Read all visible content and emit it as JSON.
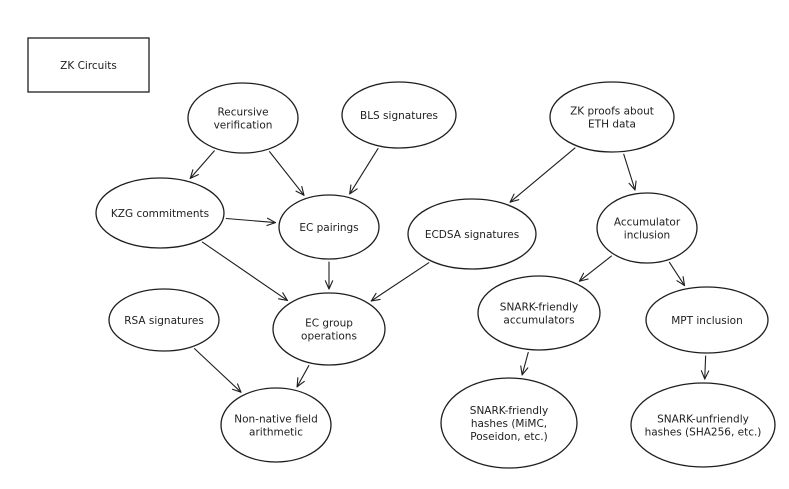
{
  "title": "ZK Circuits",
  "nodes": [
    {
      "id": "recursive",
      "lines": [
        "Recursive",
        "verification"
      ]
    },
    {
      "id": "bls",
      "lines": [
        "BLS signatures"
      ]
    },
    {
      "id": "zk-eth",
      "lines": [
        "ZK proofs about",
        "ETH data"
      ]
    },
    {
      "id": "kzg",
      "lines": [
        "KZG commitments"
      ]
    },
    {
      "id": "ec-pairings",
      "lines": [
        "EC pairings"
      ]
    },
    {
      "id": "ecdsa",
      "lines": [
        "ECDSA signatures"
      ]
    },
    {
      "id": "accumulator",
      "lines": [
        "Accumulator",
        "inclusion"
      ]
    },
    {
      "id": "rsa",
      "lines": [
        "RSA signatures"
      ]
    },
    {
      "id": "ec-group",
      "lines": [
        "EC group",
        "operations"
      ]
    },
    {
      "id": "snark-acc",
      "lines": [
        "SNARK-friendly",
        "accumulators"
      ]
    },
    {
      "id": "mpt",
      "lines": [
        "MPT inclusion"
      ]
    },
    {
      "id": "non-native",
      "lines": [
        "Non-native field",
        "arithmetic"
      ]
    },
    {
      "id": "snark-hashes",
      "lines": [
        "SNARK-friendly",
        "hashes (MiMC,",
        "Poseidon, etc.)"
      ]
    },
    {
      "id": "snark-unfriendly",
      "lines": [
        "SNARK-unfriendly",
        "hashes (SHA256, etc.)"
      ]
    }
  ],
  "edges": [
    {
      "from": "recursive",
      "to": "kzg"
    },
    {
      "from": "recursive",
      "to": "ec-pairings"
    },
    {
      "from": "bls",
      "to": "ec-pairings"
    },
    {
      "from": "kzg",
      "to": "ec-pairings"
    },
    {
      "from": "kzg",
      "to": "ec-group"
    },
    {
      "from": "ec-pairings",
      "to": "ec-group"
    },
    {
      "from": "ecdsa",
      "to": "ec-group"
    },
    {
      "from": "zk-eth",
      "to": "ecdsa"
    },
    {
      "from": "zk-eth",
      "to": "accumulator"
    },
    {
      "from": "accumulator",
      "to": "snark-acc"
    },
    {
      "from": "accumulator",
      "to": "mpt"
    },
    {
      "from": "rsa",
      "to": "non-native"
    },
    {
      "from": "ec-group",
      "to": "non-native"
    },
    {
      "from": "snark-acc",
      "to": "snark-hashes"
    },
    {
      "from": "mpt",
      "to": "snark-unfriendly"
    }
  ]
}
